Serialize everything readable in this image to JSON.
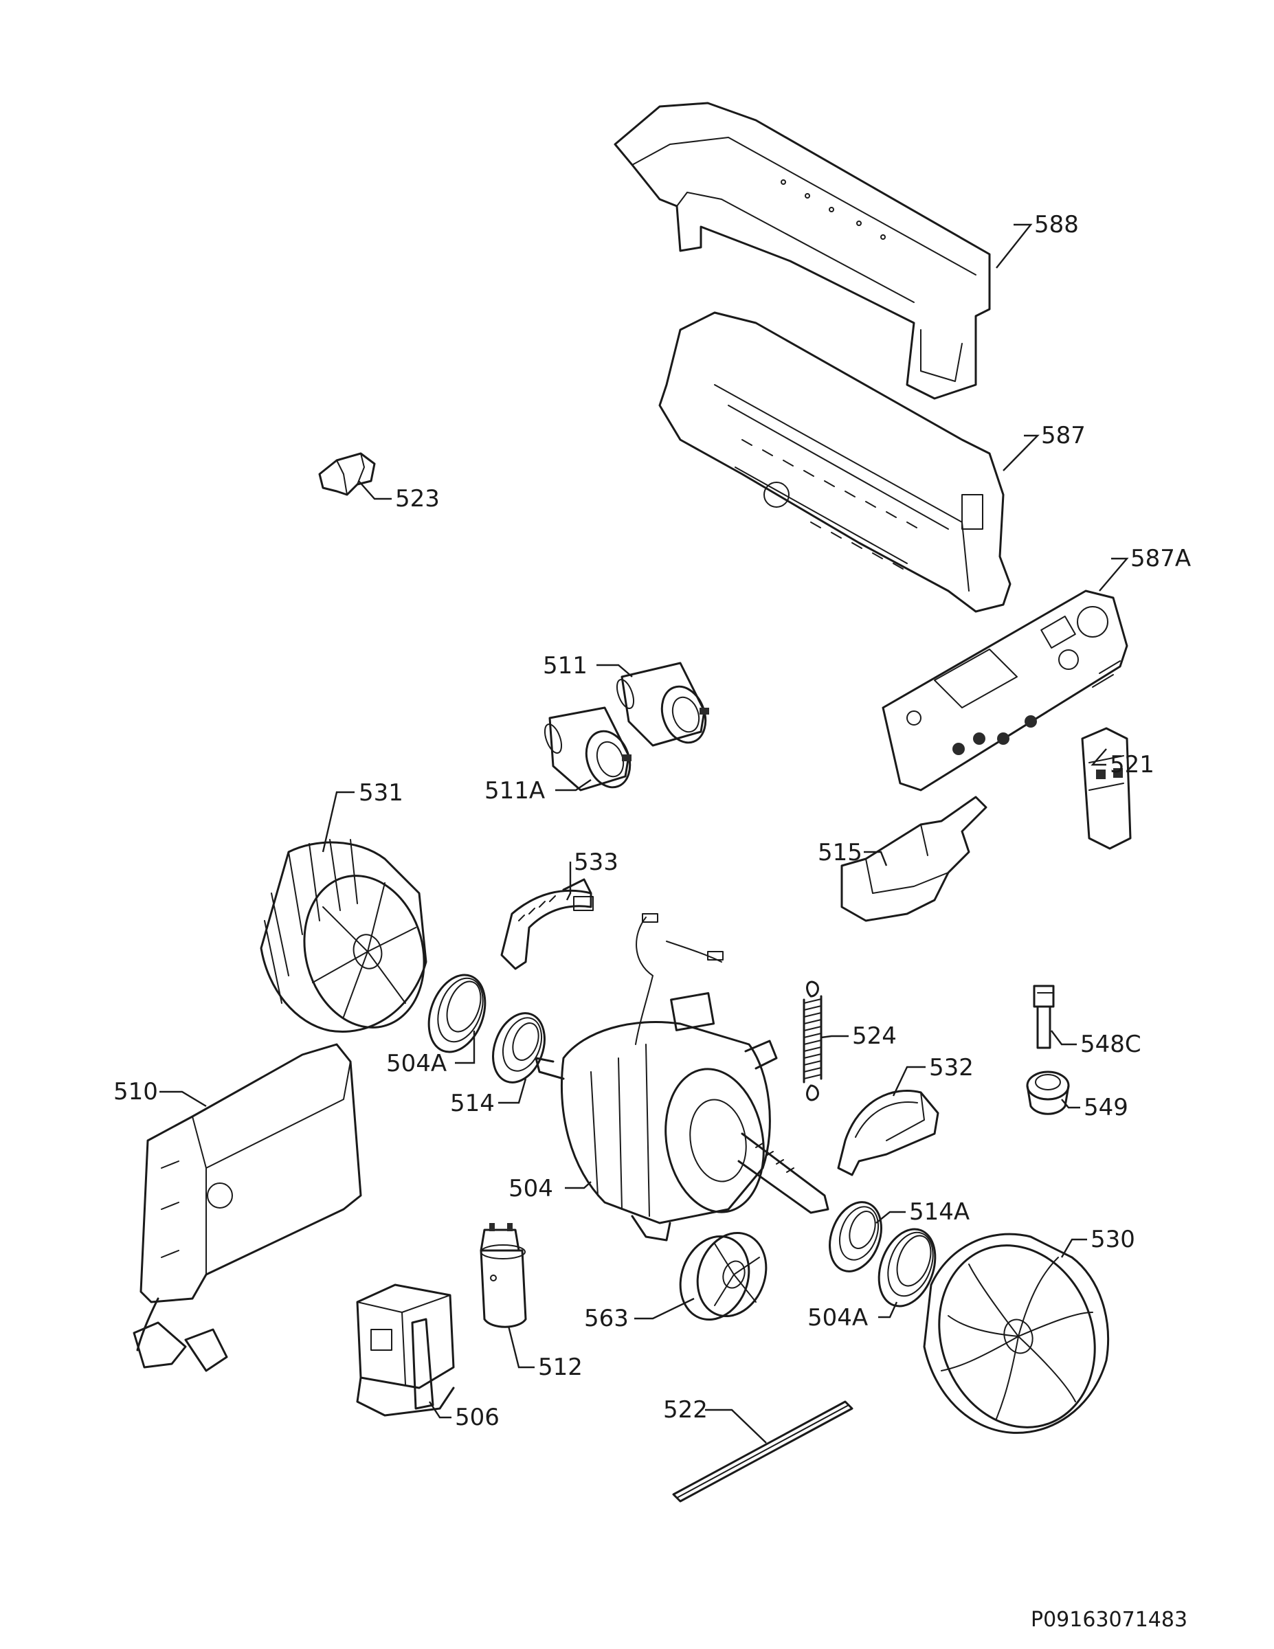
{
  "diagram": {
    "document_code": "P09163071483",
    "parts": [
      {
        "id": "588",
        "label": "588",
        "icon": "top-cover-bracket"
      },
      {
        "id": "587",
        "label": "587",
        "icon": "control-module-housing"
      },
      {
        "id": "587A",
        "label": "587A",
        "icon": "control-pcb"
      },
      {
        "id": "523",
        "label": "523",
        "icon": "clip"
      },
      {
        "id": "511",
        "label": "511",
        "icon": "capacitor"
      },
      {
        "id": "511A",
        "label": "511A",
        "icon": "capacitor"
      },
      {
        "id": "521",
        "label": "521",
        "icon": "switch-module"
      },
      {
        "id": "515",
        "label": "515",
        "icon": "sensor-bracket"
      },
      {
        "id": "531",
        "label": "531",
        "icon": "fan-impeller"
      },
      {
        "id": "533",
        "label": "533",
        "icon": "motor-bracket"
      },
      {
        "id": "504A_left",
        "label": "504A",
        "icon": "bearing-ring"
      },
      {
        "id": "514",
        "label": "514",
        "icon": "seal-ring"
      },
      {
        "id": "524",
        "label": "524",
        "icon": "tension-spring"
      },
      {
        "id": "532",
        "label": "532",
        "icon": "motor-bracket"
      },
      {
        "id": "548C",
        "label": "548C",
        "icon": "connector-pin"
      },
      {
        "id": "549",
        "label": "549",
        "icon": "grommet"
      },
      {
        "id": "510",
        "label": "510",
        "icon": "wiring-frame"
      },
      {
        "id": "504",
        "label": "504",
        "icon": "drive-motor"
      },
      {
        "id": "514A",
        "label": "514A",
        "icon": "seal-ring"
      },
      {
        "id": "530",
        "label": "530",
        "icon": "fan-impeller"
      },
      {
        "id": "563",
        "label": "563",
        "icon": "pulley"
      },
      {
        "id": "504A_right",
        "label": "504A",
        "icon": "bearing-ring"
      },
      {
        "id": "512",
        "label": "512",
        "icon": "capacitor-filter"
      },
      {
        "id": "506",
        "label": "506",
        "icon": "drain-pump"
      },
      {
        "id": "522",
        "label": "522",
        "icon": "belt-strip"
      }
    ]
  }
}
